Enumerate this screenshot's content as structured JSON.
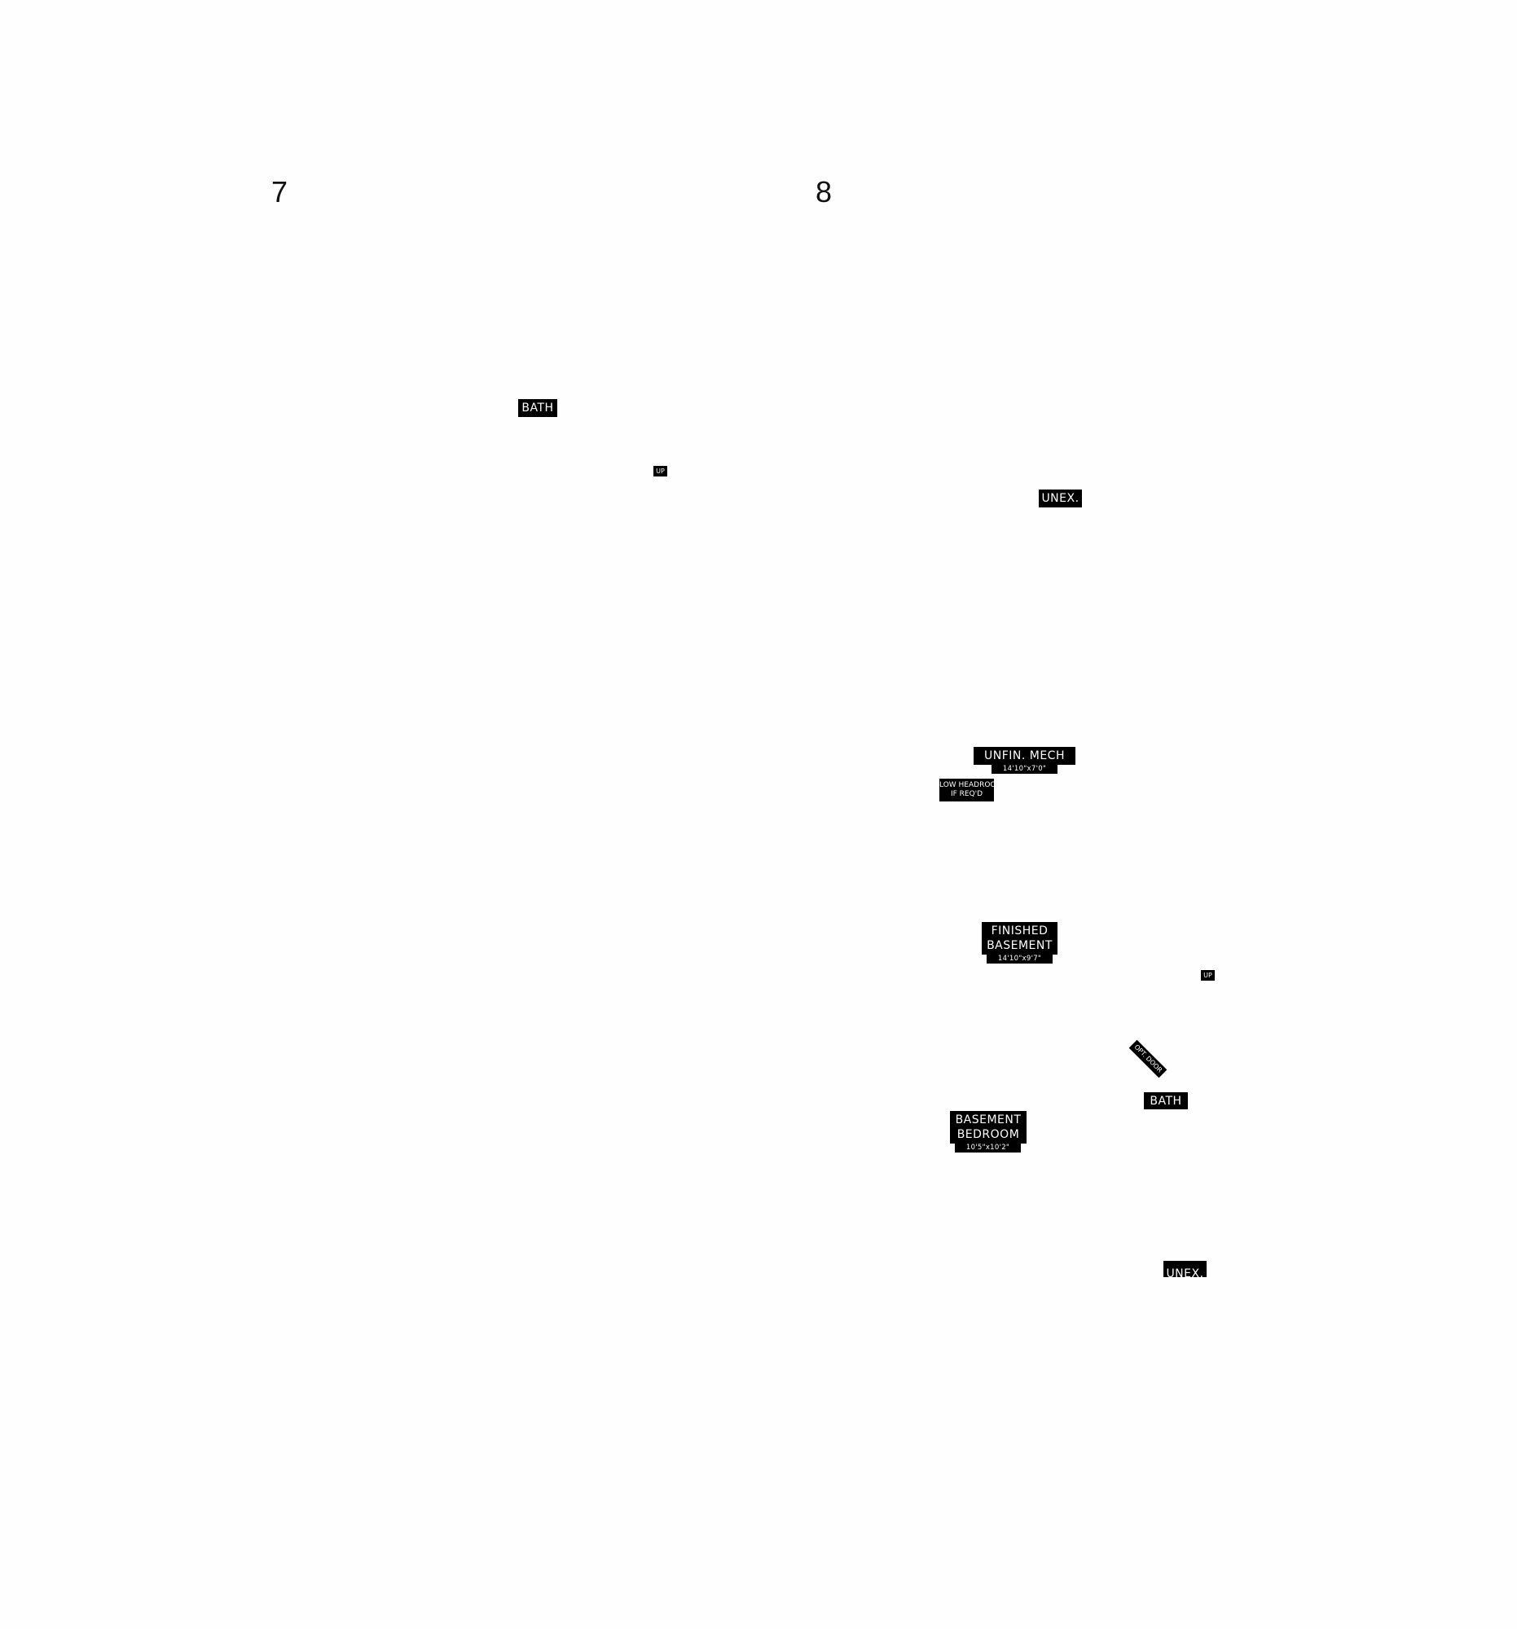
{
  "pages": [
    {
      "number": "7",
      "labels": {
        "bath": "BATH",
        "up": "UP"
      }
    },
    {
      "number": "8",
      "labels": {
        "unex_top": "UNEX.",
        "unfin_mech": "UNFIN. MECH",
        "unfin_mech_dim": "14'10\"x7'0\"",
        "low_headroom_1": "LOW HEADROOM",
        "low_headroom_2": "IF REQ'D",
        "finished_basement_1": "FINISHED",
        "finished_basement_2": "BASEMENT",
        "finished_basement_dim": "14'10\"x9'7\"",
        "up": "UP",
        "opt_door": "OPT. DOOR",
        "bath": "BATH",
        "basement_bedroom_1": "BASEMENT",
        "basement_bedroom_2": "BEDROOM",
        "basement_bedroom_dim": "10'5\"x10'2\"",
        "unex_bottom": "UNEX."
      }
    }
  ]
}
